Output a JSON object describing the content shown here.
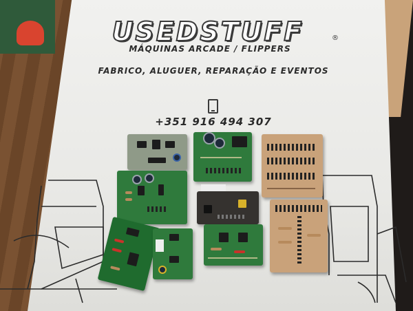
{
  "photo": {
    "brand": "USEDSTUFF",
    "brand_mark": "®",
    "subtitle": "MÁQUINAS ARCADE / FLIPPERS",
    "services": "FABRICO, ALUGUER, REPARAÇÃO E EVENTOS",
    "phone": "+351 916 494 307",
    "phone_icon": "smartphone-icon"
  },
  "colors": {
    "board_white": "#efefec",
    "pcb_green": "#2f7a3c",
    "pcb_tan": "#c9a27a",
    "floor_wood": "#6b4a30"
  }
}
